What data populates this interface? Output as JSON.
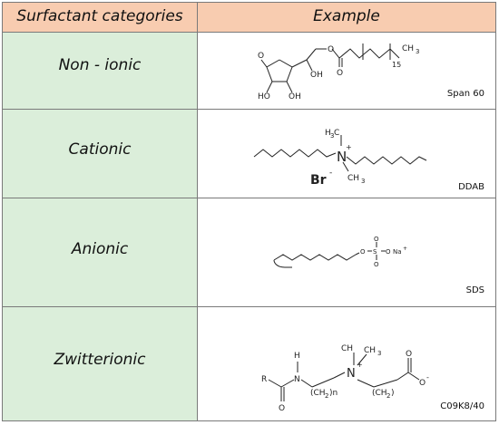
{
  "header": {
    "categories": "Surfactant categories",
    "example": "Example"
  },
  "rows": [
    {
      "category": "Non - ionic",
      "example_name": "Span 60"
    },
    {
      "category": "Cationic",
      "example_name": "DDAB"
    },
    {
      "category": "Anionic",
      "example_name": "SDS"
    },
    {
      "category": "Zwitterionic",
      "example_name": "C09K8/40"
    }
  ],
  "structure_labels": {
    "span60": {
      "ch3": "CH",
      "sub3": "3",
      "n": "15",
      "oh": "OH",
      "ho1": "HO",
      "ho2": "OH",
      "o_ring": "O",
      "o_ester": "O",
      "o_keto": "O"
    },
    "ddab": {
      "h3c": "H",
      "sub3a": "3",
      "c1": "C",
      "n": "N",
      "plus": "+",
      "ch3": "CH",
      "sub3b": "3",
      "br": "Br",
      "minus": "-"
    },
    "sds": {
      "o": "O",
      "s": "S",
      "o_top": "O",
      "o_bottom": "O",
      "ona": "O",
      "na": "Na",
      "plus": "+"
    },
    "zwitter": {
      "h": "H",
      "n1": "N",
      "r": "R",
      "o1": "O",
      "ch2n": "(CH",
      "sub2a": "2",
      "sub_n": ")n",
      "n2": "N",
      "plus": "+",
      "ch3a": "CH",
      "ch3b": "CH",
      "sub3": "3",
      "ch2m": "(CH",
      "sub2b": "2",
      "sub_m": ")",
      "o2": "O",
      "o3": "O",
      "minus": "-"
    }
  }
}
